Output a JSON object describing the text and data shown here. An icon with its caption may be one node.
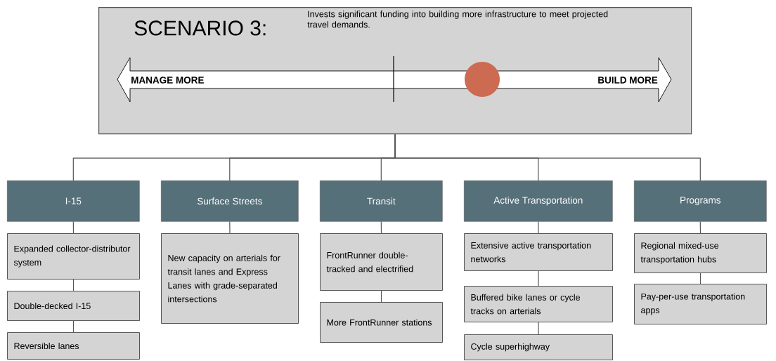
{
  "diagram": {
    "nodes": [
      {
        "text": [
          "SCENARIO 3:",
          "Invests significant funding into building more infrastructure to meet projected travel demands."
        ]
      },
      {
        "text": [
          "I-15"
        ]
      },
      {
        "text": [
          "Surface Streets"
        ]
      },
      {
        "text": [
          "Transit"
        ]
      },
      {
        "text": [
          "Active Transportation"
        ]
      },
      {
        "text": [
          "Programs"
        ]
      },
      {
        "text": [
          "Expanded collector-distributor system"
        ]
      },
      {
        "text": [
          "Double-decked I-15"
        ]
      },
      {
        "text": [
          "Reversible lanes"
        ]
      },
      {
        "text": [
          "New capacity on arterials for transit lanes and Express Lanes with grade-separated intersections"
        ]
      },
      {
        "text": [
          "FrontRunner double-tracked and electrified"
        ]
      },
      {
        "text": [
          "More FrontRunner stations"
        ]
      },
      {
        "text": [
          "Extensive active transportation networks"
        ]
      },
      {
        "text": [
          "Buffered bike lanes or cycle tracks on arterials"
        ]
      },
      {
        "text": [
          "Cycle superhighway"
        ]
      },
      {
        "text": [
          "Regional mixed-use transportation hubs"
        ]
      },
      {
        "text": [
          "Pay-per-use transportation apps"
        ]
      }
    ],
    "edges": [
      {
        "from": 0,
        "to": 1,
        "arrow": "none"
      },
      {
        "from": 0,
        "to": 2,
        "arrow": "none"
      },
      {
        "from": 0,
        "to": 3,
        "arrow": "none"
      },
      {
        "from": 0,
        "to": 4,
        "arrow": "none"
      },
      {
        "from": 0,
        "to": 5,
        "arrow": "none"
      },
      {
        "from": 1,
        "to": 6,
        "arrow": "none"
      },
      {
        "from": 6,
        "to": 7,
        "arrow": "none"
      },
      {
        "from": 7,
        "to": 8,
        "arrow": "none"
      },
      {
        "from": 2,
        "to": 9,
        "arrow": "none"
      },
      {
        "from": 3,
        "to": 10,
        "arrow": "none"
      },
      {
        "from": 10,
        "to": 11,
        "arrow": "none"
      },
      {
        "from": 4,
        "to": 12,
        "arrow": "none"
      },
      {
        "from": 12,
        "to": 13,
        "arrow": "none"
      },
      {
        "from": 13,
        "to": 14,
        "arrow": "none"
      },
      {
        "from": 5,
        "to": 15,
        "arrow": "none"
      },
      {
        "from": 15,
        "to": 16,
        "arrow": "none"
      }
    ],
    "labels": [
      "MANAGE MORE",
      "BUILD MORE"
    ]
  }
}
